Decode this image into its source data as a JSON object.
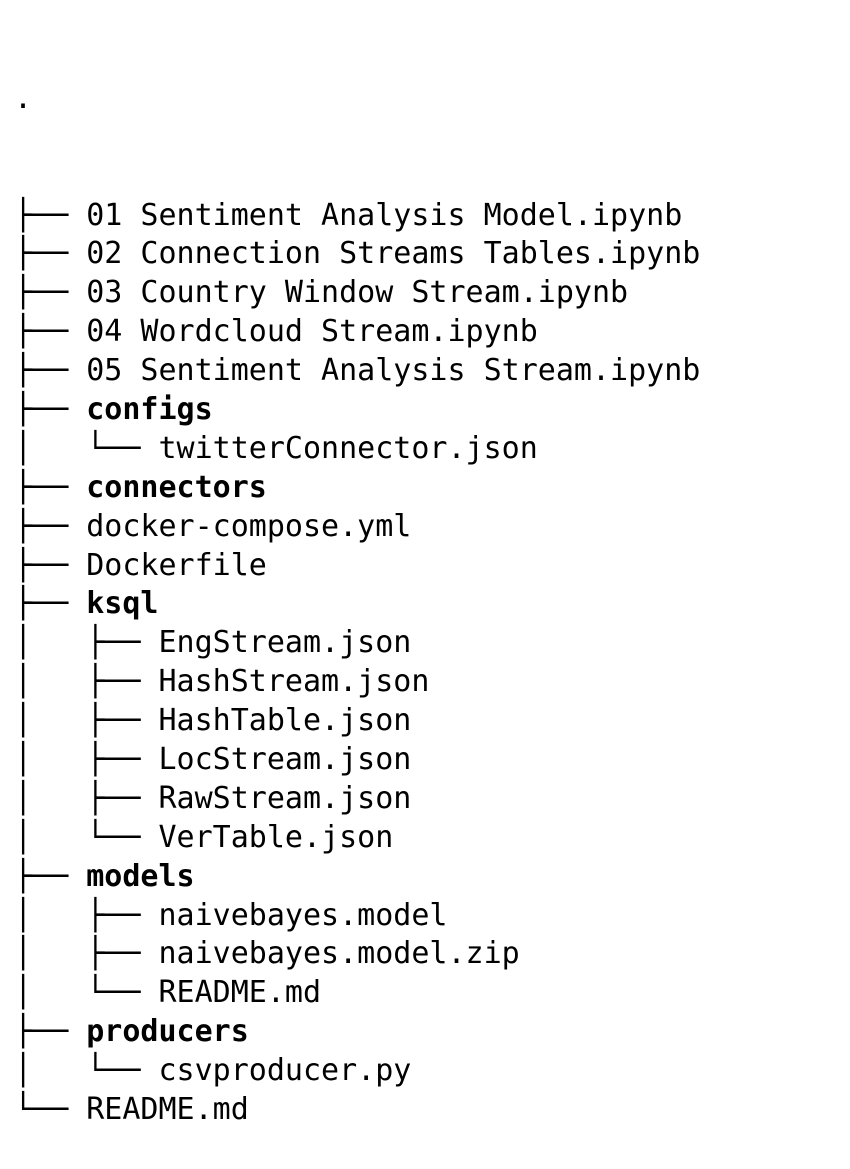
{
  "tree": {
    "root": ".",
    "rows": [
      {
        "prefix": "├── ",
        "name": "01 Sentiment Analysis Model.ipynb",
        "kind": "file"
      },
      {
        "prefix": "├── ",
        "name": "02 Connection Streams Tables.ipynb",
        "kind": "file"
      },
      {
        "prefix": "├── ",
        "name": "03 Country Window Stream.ipynb",
        "kind": "file"
      },
      {
        "prefix": "├── ",
        "name": "04 Wordcloud Stream.ipynb",
        "kind": "file"
      },
      {
        "prefix": "├── ",
        "name": "05 Sentiment Analysis Stream.ipynb",
        "kind": "file"
      },
      {
        "prefix": "├── ",
        "name": "configs",
        "kind": "dir"
      },
      {
        "prefix": "│   └── ",
        "name": "twitterConnector.json",
        "kind": "file"
      },
      {
        "prefix": "├── ",
        "name": "connectors",
        "kind": "dir"
      },
      {
        "prefix": "├── ",
        "name": "docker-compose.yml",
        "kind": "file"
      },
      {
        "prefix": "├── ",
        "name": "Dockerfile",
        "kind": "file"
      },
      {
        "prefix": "├── ",
        "name": "ksql",
        "kind": "dir"
      },
      {
        "prefix": "│   ├── ",
        "name": "EngStream.json",
        "kind": "file"
      },
      {
        "prefix": "│   ├── ",
        "name": "HashStream.json",
        "kind": "file"
      },
      {
        "prefix": "│   ├── ",
        "name": "HashTable.json",
        "kind": "file"
      },
      {
        "prefix": "│   ├── ",
        "name": "LocStream.json",
        "kind": "file"
      },
      {
        "prefix": "│   ├── ",
        "name": "RawStream.json",
        "kind": "file"
      },
      {
        "prefix": "│   └── ",
        "name": "VerTable.json",
        "kind": "file"
      },
      {
        "prefix": "├── ",
        "name": "models",
        "kind": "dir"
      },
      {
        "prefix": "│   ├── ",
        "name": "naivebayes.model",
        "kind": "file"
      },
      {
        "prefix": "│   ├── ",
        "name": "naivebayes.model.zip",
        "kind": "file"
      },
      {
        "prefix": "│   └── ",
        "name": "README.md",
        "kind": "file"
      },
      {
        "prefix": "├── ",
        "name": "producers",
        "kind": "dir"
      },
      {
        "prefix": "│   └── ",
        "name": "csvproducer.py",
        "kind": "file"
      },
      {
        "prefix": "└── ",
        "name": "README.md",
        "kind": "file"
      }
    ]
  }
}
